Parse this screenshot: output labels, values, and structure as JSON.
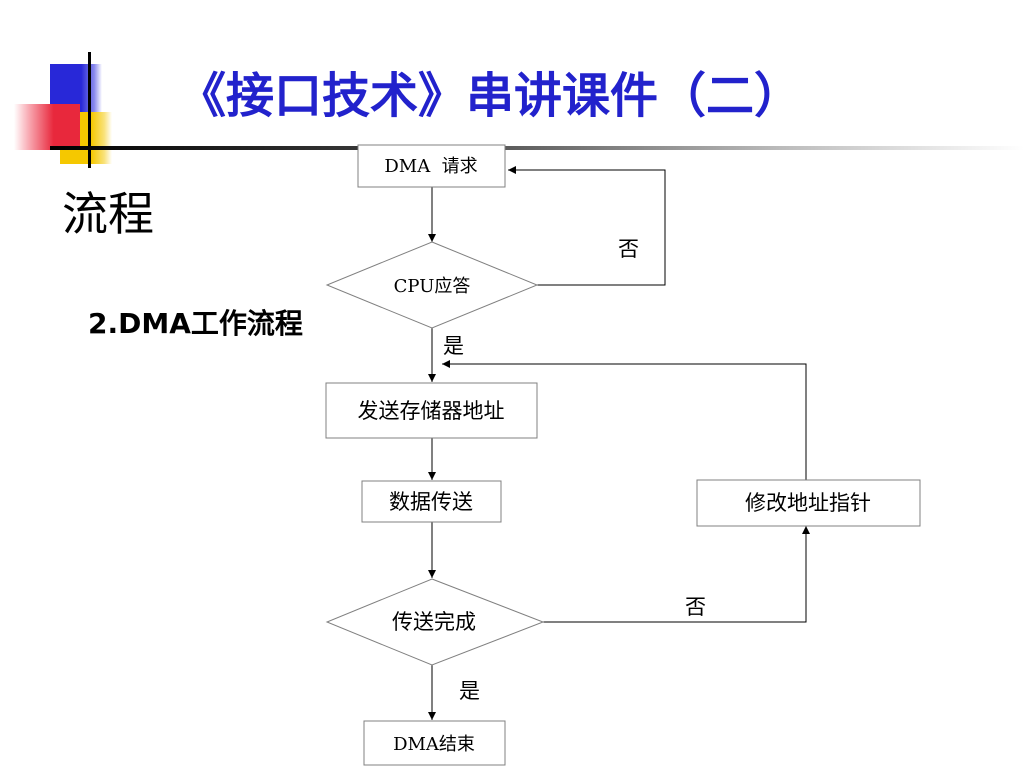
{
  "slide": {
    "title": "《接口技术》串讲课件（二）",
    "section_heading": "流程",
    "subheading": "2.DMA工作流程"
  },
  "flowchart": {
    "nodes": {
      "dma_request": "DMA  请求",
      "cpu_ack": "CPU应答",
      "send_address": "发送存储器地址",
      "data_transfer": "数据传送",
      "transfer_done": "传送完成",
      "dma_end": "DMA结束",
      "modify_pointer": "修改地址指针"
    },
    "edges": [
      {
        "from": "dma_request",
        "to": "cpu_ack",
        "label": ""
      },
      {
        "from": "cpu_ack",
        "to": "dma_request",
        "label": "否"
      },
      {
        "from": "cpu_ack",
        "to": "send_address",
        "label": "是"
      },
      {
        "from": "send_address",
        "to": "data_transfer",
        "label": ""
      },
      {
        "from": "data_transfer",
        "to": "transfer_done",
        "label": ""
      },
      {
        "from": "transfer_done",
        "to": "modify_pointer",
        "label": "否"
      },
      {
        "from": "modify_pointer",
        "to": "send_address",
        "label": ""
      },
      {
        "from": "transfer_done",
        "to": "dma_end",
        "label": "是"
      }
    ]
  },
  "colors": {
    "title": "#2222cc",
    "deco_blue": "#2828d8",
    "deco_yellow": "#f5c800",
    "deco_red": "#e8283c",
    "line": "#000000",
    "node_border": "#808080"
  }
}
